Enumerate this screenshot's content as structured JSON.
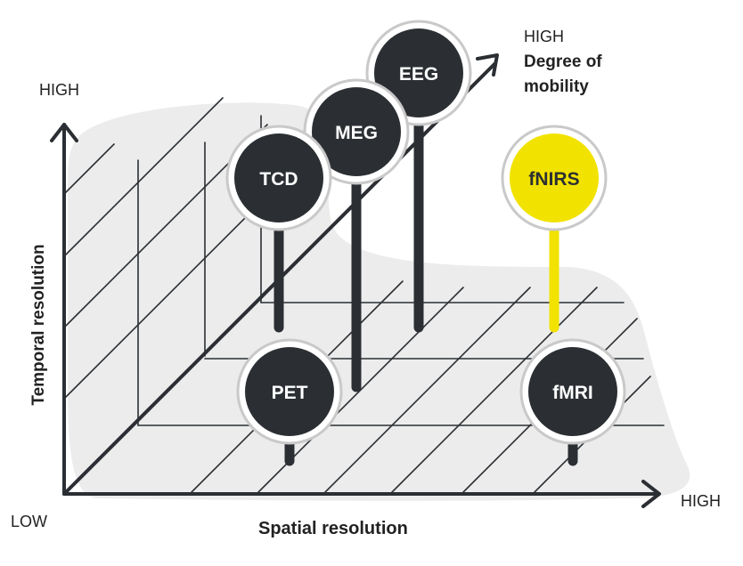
{
  "axes": {
    "y_high": "HIGH",
    "y_title": "Temporal resolution",
    "origin_low": "LOW",
    "x_title": "Spatial resolution",
    "x_high": "HIGH",
    "z_high": "HIGH",
    "z_title_line1": "Degree of",
    "z_title_line2": "mobility"
  },
  "techniques": [
    {
      "label": "EEG",
      "color": "#2b2f33",
      "text_color": "#ffffff"
    },
    {
      "label": "MEG",
      "color": "#2b2f33",
      "text_color": "#ffffff"
    },
    {
      "label": "TCD",
      "color": "#2b2f33",
      "text_color": "#ffffff"
    },
    {
      "label": "fNIRS",
      "color": "#f2e200",
      "text_color": "#2b2f33"
    },
    {
      "label": "PET",
      "color": "#2b2f33",
      "text_color": "#ffffff"
    },
    {
      "label": "fMRI",
      "color": "#2b2f33",
      "text_color": "#ffffff"
    }
  ],
  "colors": {
    "ink": "#2b2f33",
    "backdrop": "#ececec",
    "ring": "#c9c9c9",
    "highlight": "#f2e200"
  }
}
